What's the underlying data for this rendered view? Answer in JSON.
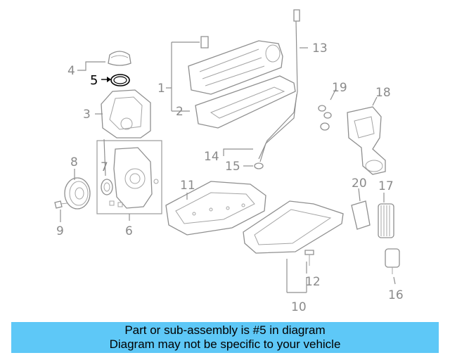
{
  "diagram": {
    "callouts": [
      "1",
      "2",
      "3",
      "4",
      "5",
      "6",
      "7",
      "8",
      "9",
      "10",
      "11",
      "12",
      "13",
      "14",
      "15",
      "16",
      "17",
      "18",
      "19",
      "20"
    ],
    "highlight_callout": "5",
    "highlight_color": "#000000",
    "callout_color": "#8a8a8a"
  },
  "banner": {
    "line1": "Part or sub-assembly is #5 in diagram",
    "line2": "Diagram may not be specific to your vehicle",
    "color": "#5ec8f7"
  }
}
